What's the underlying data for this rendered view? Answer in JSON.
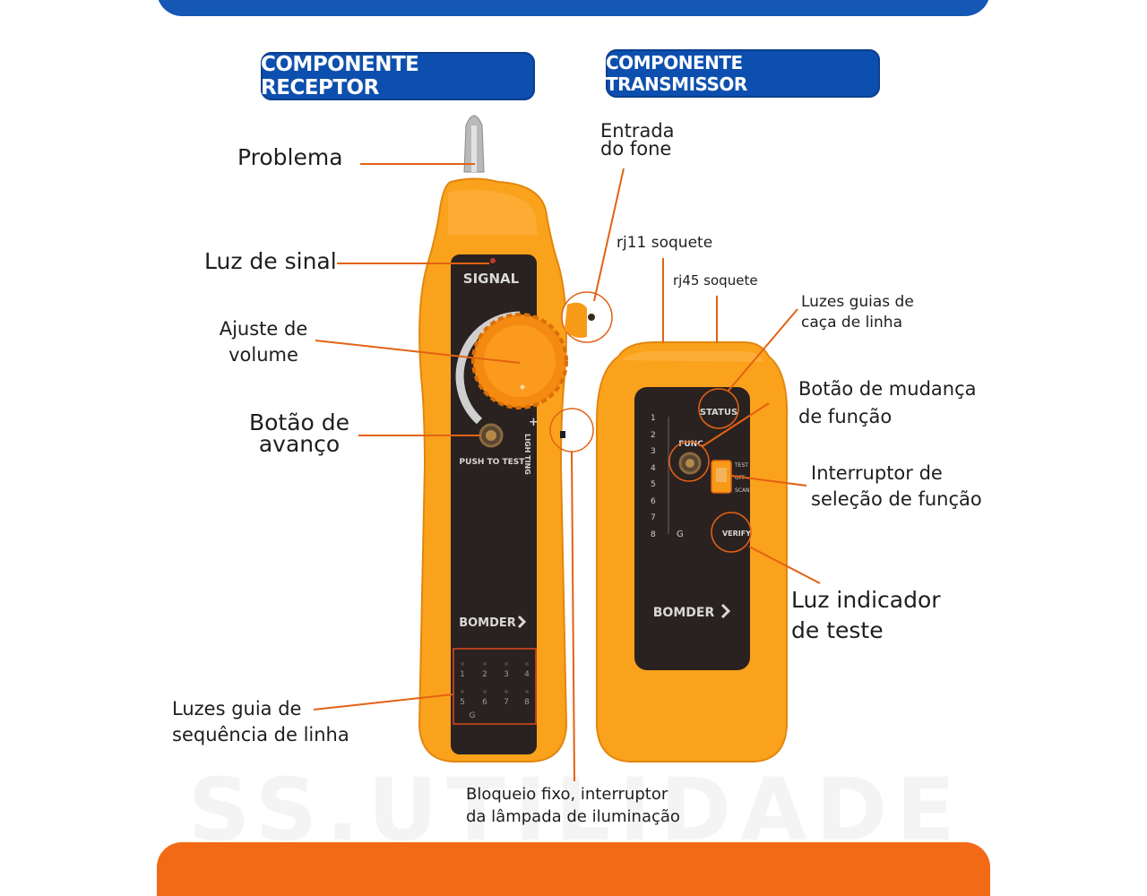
{
  "headings": {
    "receiver": "COMPONENTE RECEPTOR",
    "transmitter": "COMPONENTE TRANSMISSOR"
  },
  "labels": {
    "problema": "Problema",
    "luz_sinal": "Luz de sinal",
    "ajuste_volume_1": "Ajuste de",
    "ajuste_volume_2": "volume",
    "botao_avanco_1": "Botão de",
    "botao_avanco_2": "avanço",
    "luzes_sequencia_1": "Luzes guia de",
    "luzes_sequencia_2": "sequência de linha",
    "entrada_fone_1": "Entrada",
    "entrada_fone_2": "do fone",
    "rj11": "rj11 soquete",
    "rj45": "rj45 soquete",
    "luzes_caca_1": "Luzes guias de",
    "luzes_caca_2": "caça de linha",
    "botao_funcao_1": "Botão de mudança",
    "botao_funcao_2": "de função",
    "interruptor_1": "Interruptor de",
    "interruptor_2": "seleção de função",
    "luz_teste_1": "Luz indicador",
    "luz_teste_2": "de teste",
    "bloqueio_1": "Bloqueio fixo, interruptor",
    "bloqueio_2": "da lâmpada de iluminação"
  },
  "device": {
    "receiver_signal": "SIGNAL",
    "receiver_push": "PUSH TO TEST",
    "receiver_light": "LIGH TING",
    "brand": "BOMDER",
    "receiver_leds_top": [
      "1",
      "2",
      "3",
      "4"
    ],
    "receiver_leds_bottom": [
      "5",
      "6",
      "7",
      "8"
    ],
    "ground": "G",
    "tx_status": "STATUS",
    "tx_func": "FUNC",
    "tx_verify": "VERIFY",
    "tx_switch": [
      "TEST",
      "OFF",
      "SCAN"
    ],
    "tx_leds": [
      "1",
      "2",
      "3",
      "4",
      "5",
      "6",
      "7",
      "8"
    ]
  },
  "watermark": "SS.UTILIDADE",
  "colors": {
    "brand_blue": "#0d4fae",
    "accent_orange": "#f26a16",
    "device_orange": "#fba21c",
    "panel_dark": "#2a2220"
  }
}
